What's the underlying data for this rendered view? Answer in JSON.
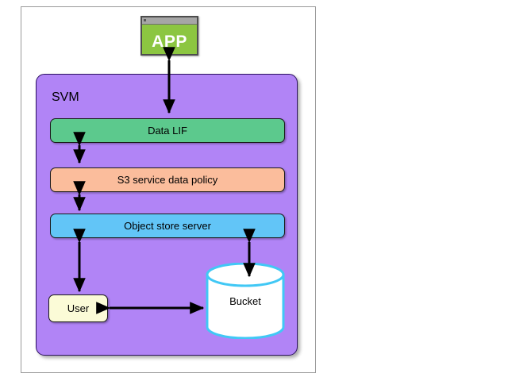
{
  "diagram": {
    "title_strip": "",
    "frame": {
      "name": "document-frame"
    },
    "app": {
      "label": "APP",
      "titlebar_color": "#a6a6a6",
      "body_color": "#8cc641",
      "text_color": "#ffffff"
    },
    "svm": {
      "label": "SVM",
      "color": "#b184f6",
      "border_color": "#2b1060"
    },
    "layers": [
      {
        "id": "data-lif",
        "label": "Data LIF",
        "color": "#5cc98d"
      },
      {
        "id": "s3-service-policy",
        "label": "S3 service data policy",
        "color": "#fbbd9c"
      },
      {
        "id": "object-store-server",
        "label": "Object store server",
        "color": "#62c5f7"
      }
    ],
    "user": {
      "label": "User",
      "color": "#fbfbd7"
    },
    "bucket": {
      "label": "Bucket",
      "fill_color": "#ffffff",
      "outline_color": "#41c8f5"
    },
    "connections": [
      {
        "id": "app-to-data-lif",
        "from": "APP",
        "to": "Data LIF",
        "style": "double-arrow"
      },
      {
        "id": "data-lif-to-s3-policy",
        "from": "Data LIF",
        "to": "S3 service data policy",
        "style": "double-arrow"
      },
      {
        "id": "s3-policy-to-objstore",
        "from": "S3 service data policy",
        "to": "Object store server",
        "style": "double-arrow"
      },
      {
        "id": "objstore-to-user",
        "from": "Object store server",
        "to": "User",
        "style": "double-arrow"
      },
      {
        "id": "objstore-to-bucket",
        "from": "Object store server",
        "to": "Bucket",
        "style": "double-arrow"
      },
      {
        "id": "user-to-bucket",
        "from": "User",
        "to": "Bucket",
        "style": "double-arrow"
      }
    ],
    "arrow_color": "#000000"
  }
}
